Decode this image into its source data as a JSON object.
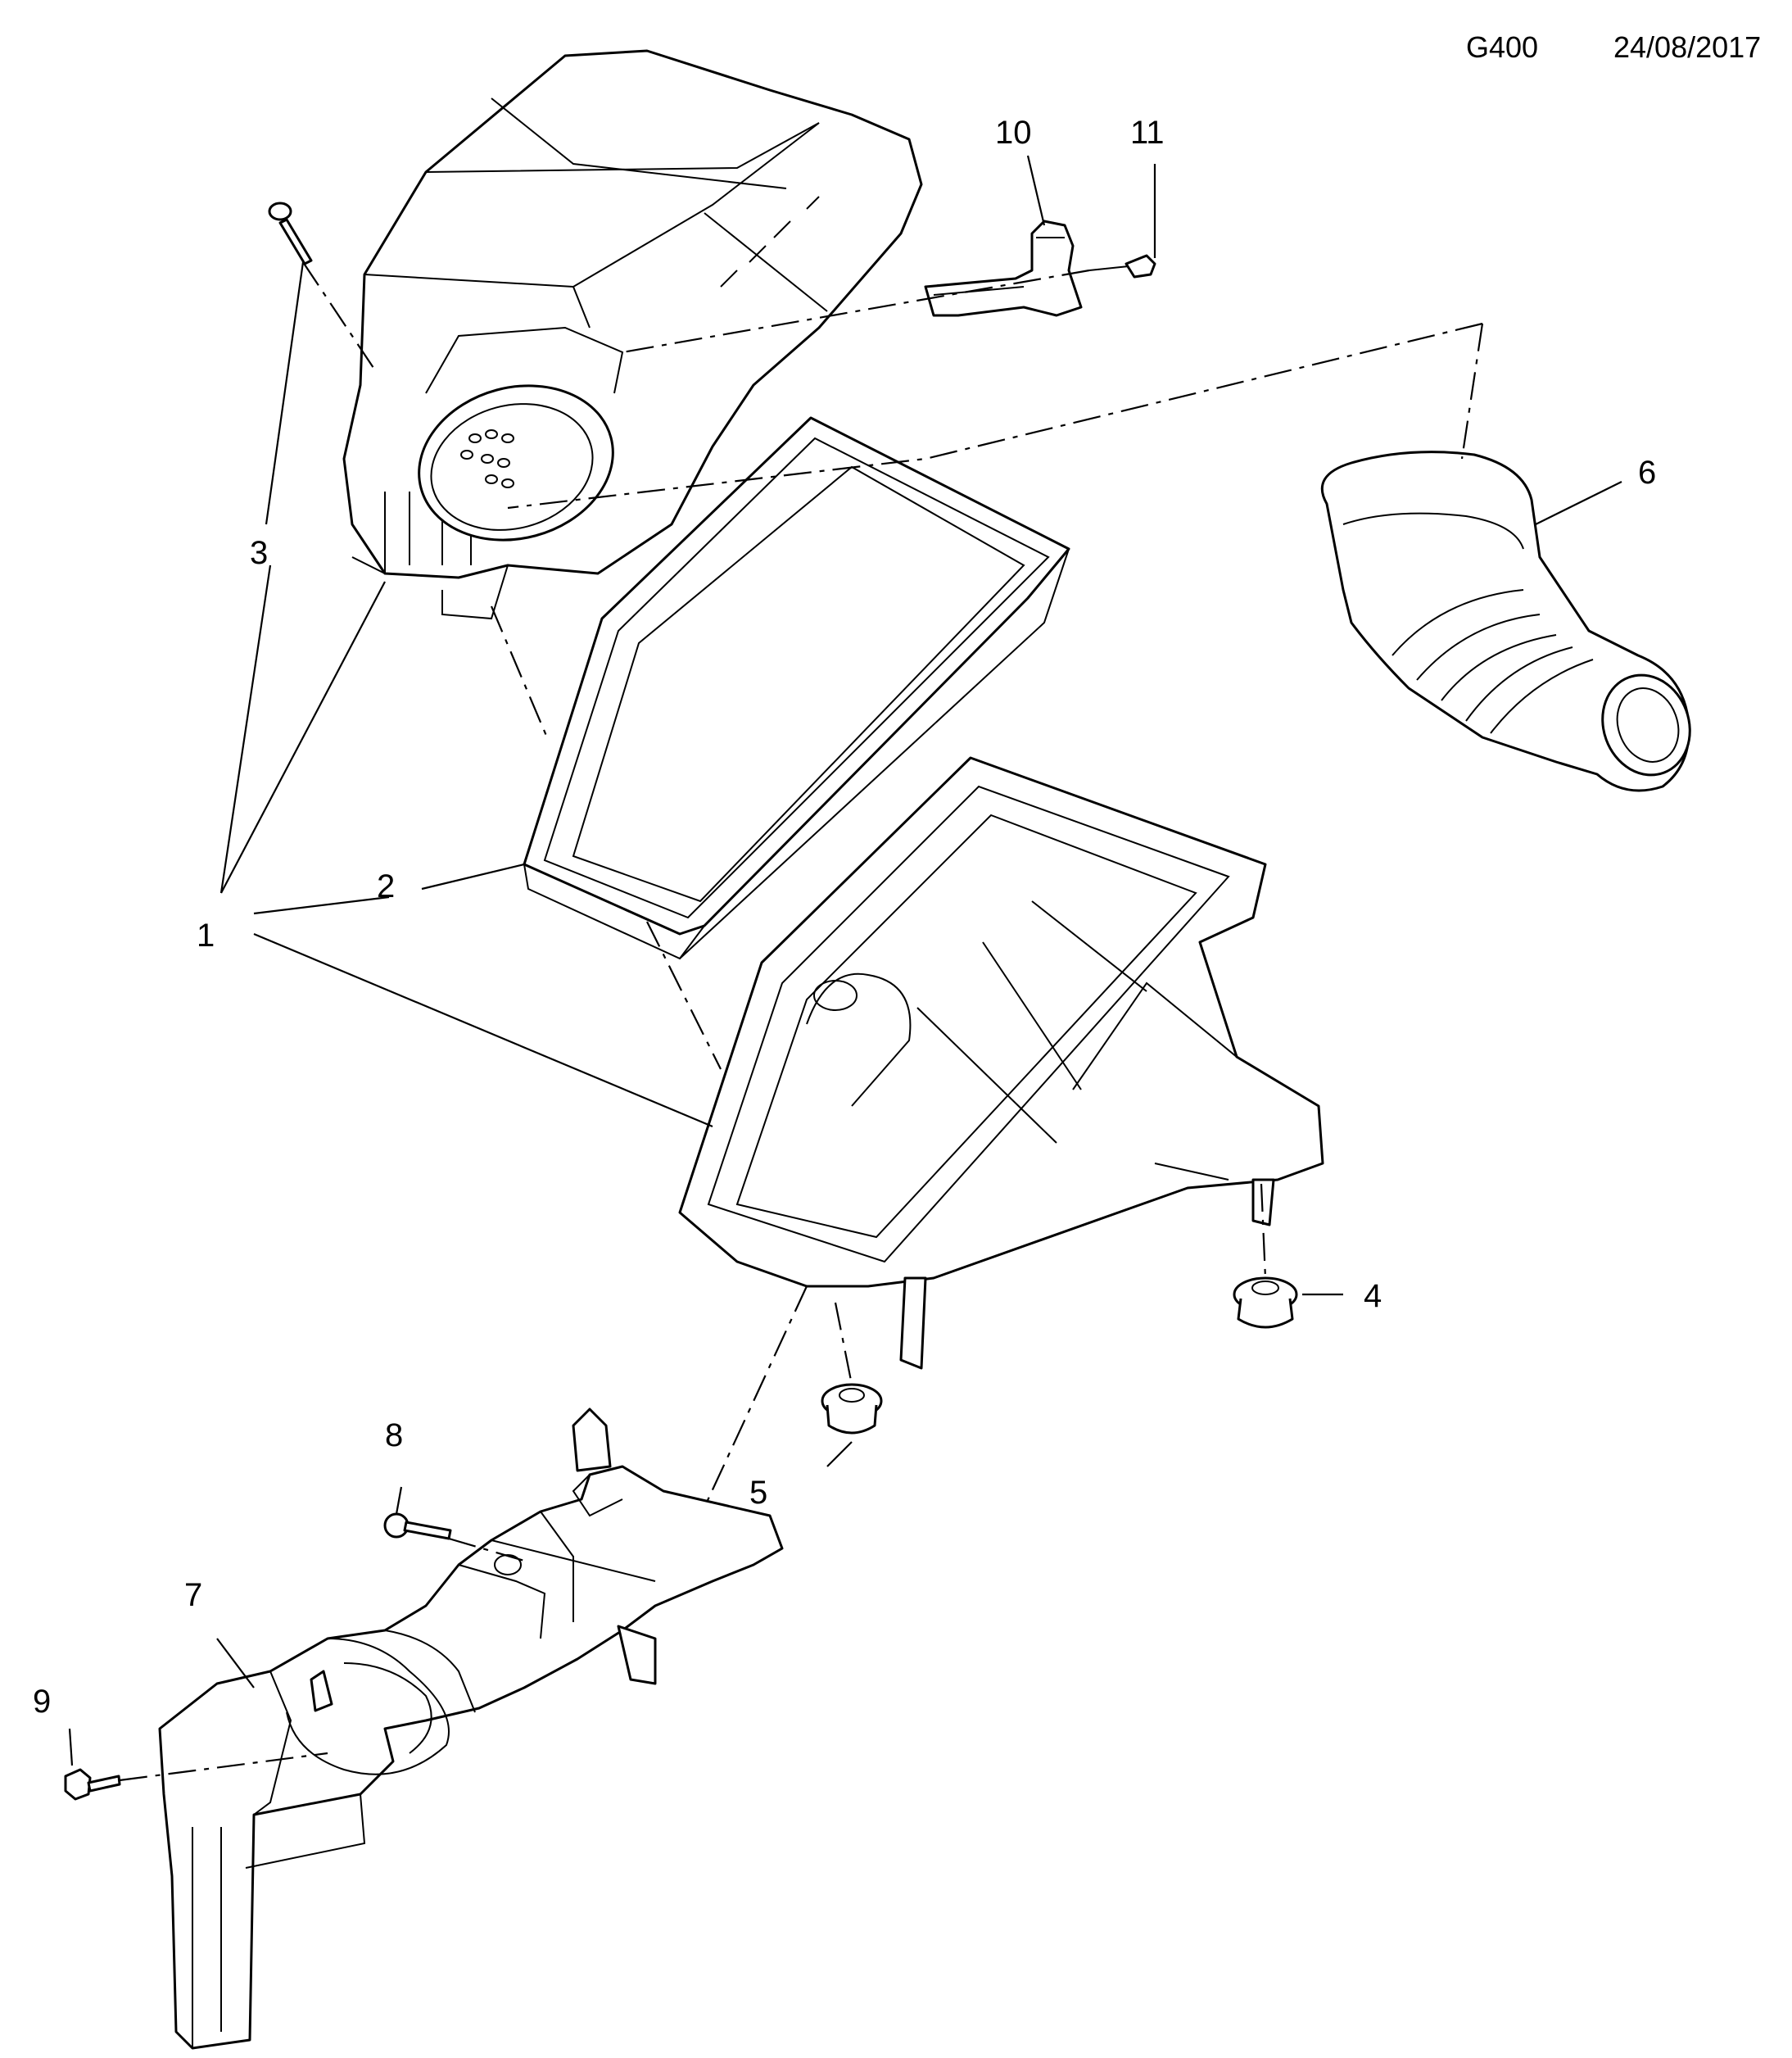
{
  "header": {
    "code": "G400",
    "date": "24/08/2017"
  },
  "callouts": [
    "1",
    "2",
    "3",
    "4",
    "5",
    "6",
    "7",
    "8",
    "9",
    "10",
    "11"
  ]
}
